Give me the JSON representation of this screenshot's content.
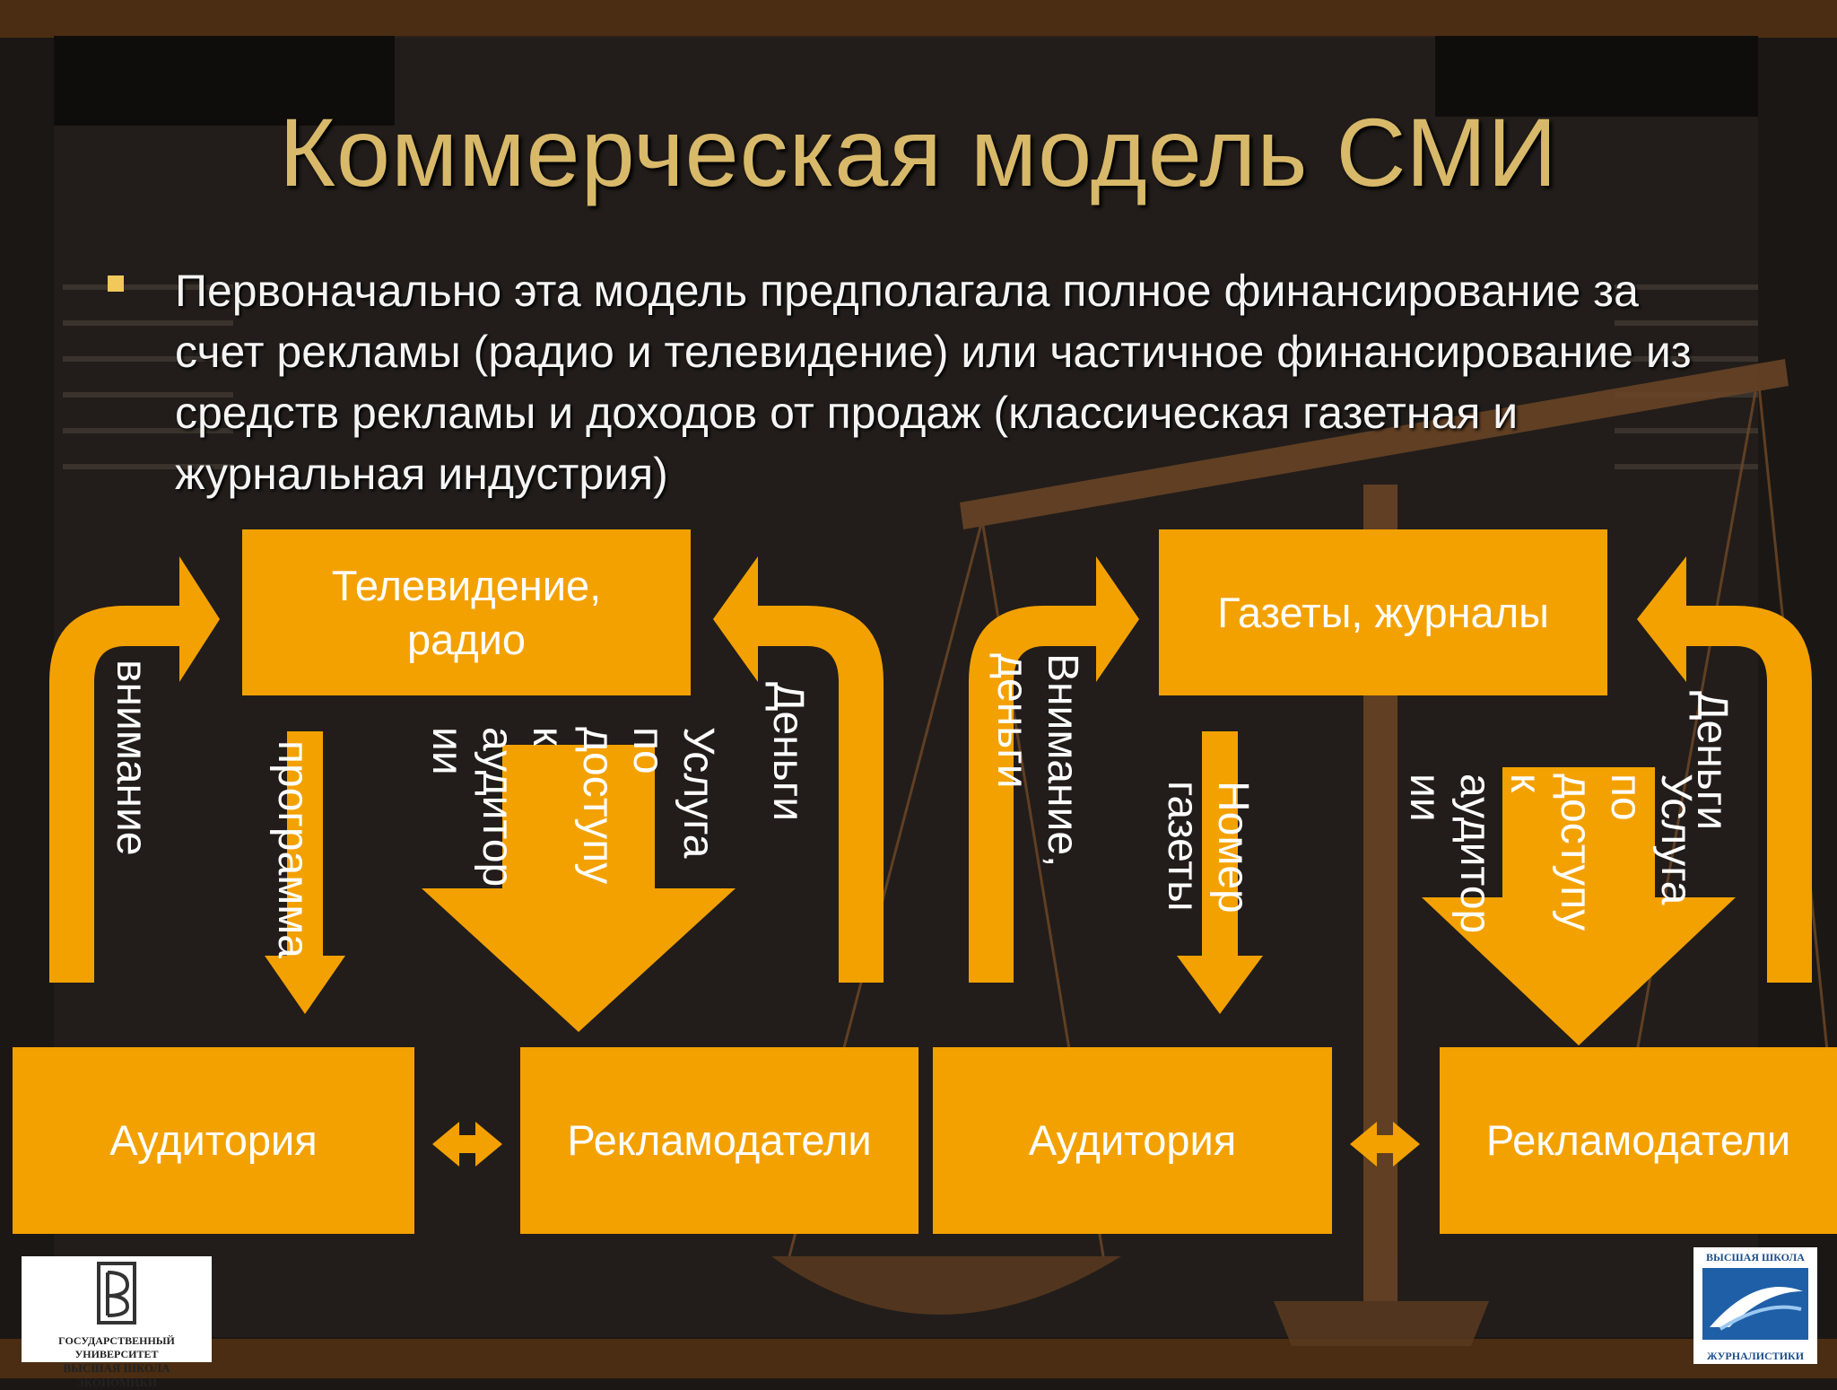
{
  "slide": {
    "title": "Коммерческая модель СМИ",
    "bullet": "Первоначально эта модель предполагала полное финансирование за счет рекламы (радио и телевидение) или частичное финансирование  из средств рекламы и доходов от продаж (классическая газетная и журнальная индустрия)"
  },
  "left_diagram": {
    "top_box": "Телевидение, радио",
    "audience_box": "Аудитория",
    "advertisers_box": "Рекламодатели",
    "label_attention": "внимание",
    "label_program": "программа",
    "label_service": "Услуга\nпо\nдоступу\nк\nаудитор\nии",
    "label_money": "Деньги"
  },
  "right_diagram": {
    "top_box": "Газеты, журналы",
    "audience_box": "Аудитория",
    "advertisers_box": "Рекламодатели",
    "label_attention_money": "Внимание,\nденьги",
    "label_issue": "Номер\nгазеты",
    "label_service": "Услуга\nпо\nдоступу\nк\nаудитор\nии",
    "label_money": "Деньги"
  },
  "logos": {
    "hse_line1": "ГОСУДАРСТВЕННЫЙ УНИВЕРСИТЕТ",
    "hse_line2": "ВЫСШАЯ ШКОЛА ЭКОНОМИКИ",
    "journalism_line1": "ВЫСШАЯ ШКОЛА",
    "journalism_line2": "ЖУРНАЛИСТИКИ"
  },
  "colors": {
    "accent": "#f3a100",
    "title": "#d8b96a",
    "background": "#1b1714",
    "frame": "#4a2d12"
  }
}
